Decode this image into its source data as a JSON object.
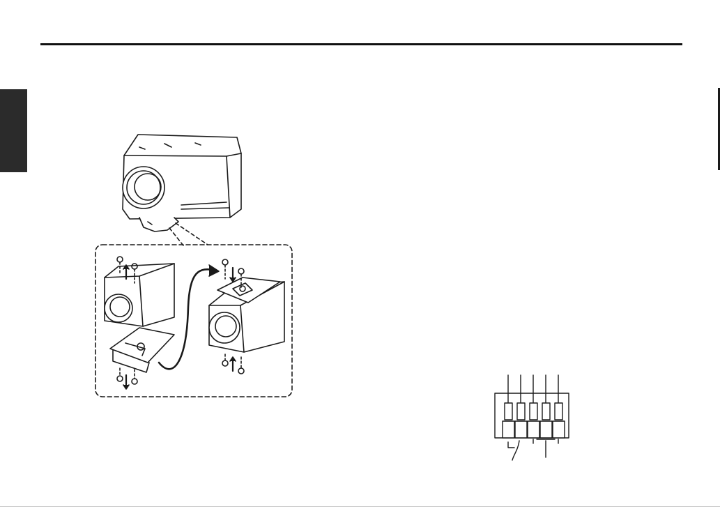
{
  "page": {
    "section_tab_color": "#2b2b2b",
    "rule_color": "#111111",
    "background": "#ffffff"
  },
  "illustrations": {
    "camera_mount": {
      "icon": "camera-mount-reposition-illustration"
    },
    "dip_switch": {
      "icon": "dip-switch-illustration",
      "switch_count": 5
    }
  }
}
